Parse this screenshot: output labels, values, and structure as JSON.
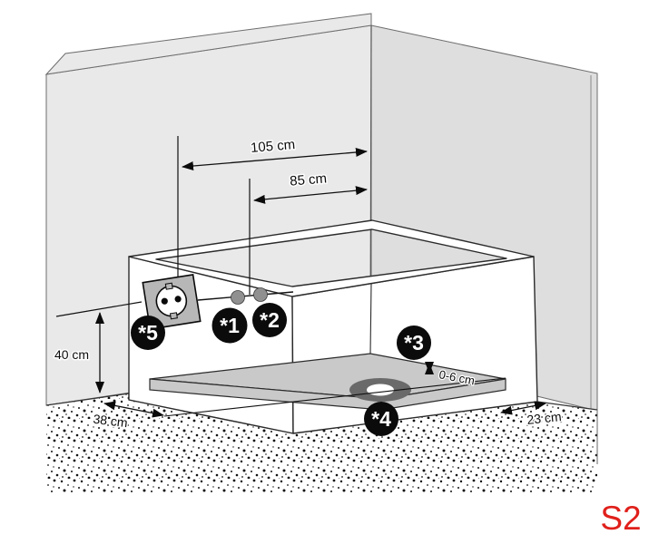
{
  "figure_label": {
    "text": "S2",
    "color": "#e0201b"
  },
  "dimensions": {
    "d105": "105 cm",
    "d85": "85 cm",
    "d40": "40 cm",
    "d38": "38 cm",
    "d23": "23 cm",
    "d0_6": "0-6 cm"
  },
  "callouts": {
    "c1": "*1",
    "c2": "*2",
    "c3": "*3",
    "c4": "*4",
    "c5": "*5"
  },
  "icons": {
    "socket": "power-outlet-icon",
    "drain": "floor-drain-icon"
  },
  "colors": {
    "wall_left": "#e9e9e9",
    "wall_right": "#dedede",
    "platform": "#c9c9c9",
    "drain_dark": "#6a6a6a",
    "callout_bg": "#0b0b0b",
    "accent_red": "#e0201b",
    "line": "#2b2b2b"
  }
}
